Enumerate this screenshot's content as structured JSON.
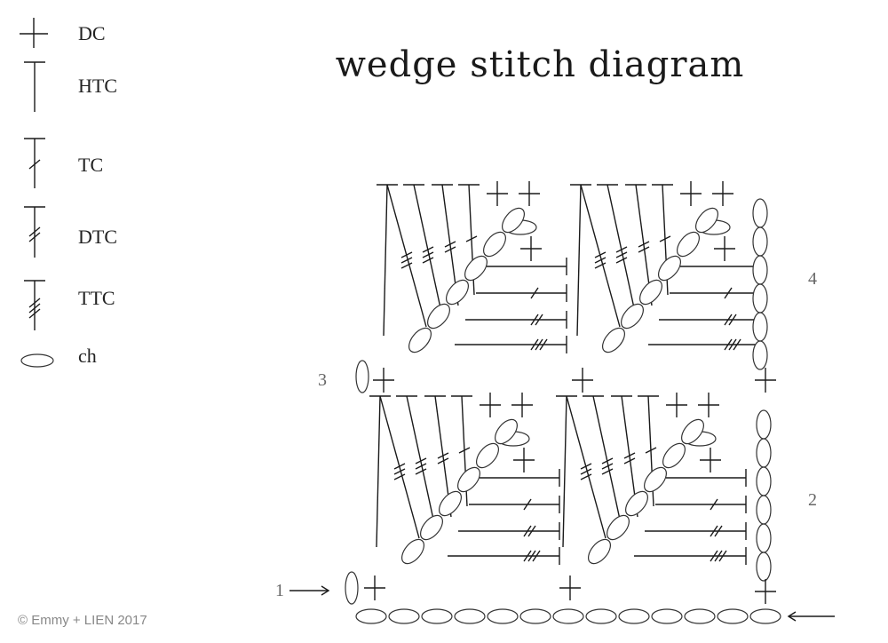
{
  "title": "wedge stitch diagram",
  "legend": [
    {
      "symbol": "dc",
      "label": "DC"
    },
    {
      "symbol": "htc",
      "label": "HTC"
    },
    {
      "symbol": "tc",
      "label": "TC"
    },
    {
      "symbol": "dtc",
      "label": "DTC"
    },
    {
      "symbol": "ttc",
      "label": "TTC"
    },
    {
      "symbol": "ch",
      "label": "ch"
    }
  ],
  "row_labels": {
    "row1": "1",
    "row2": "2",
    "row3": "3",
    "row4": "4"
  },
  "copyright": "© Emmy + LIEN 2017",
  "colors": {
    "ink": "#1a1a1a",
    "muted": "#888888",
    "background": "#ffffff"
  }
}
